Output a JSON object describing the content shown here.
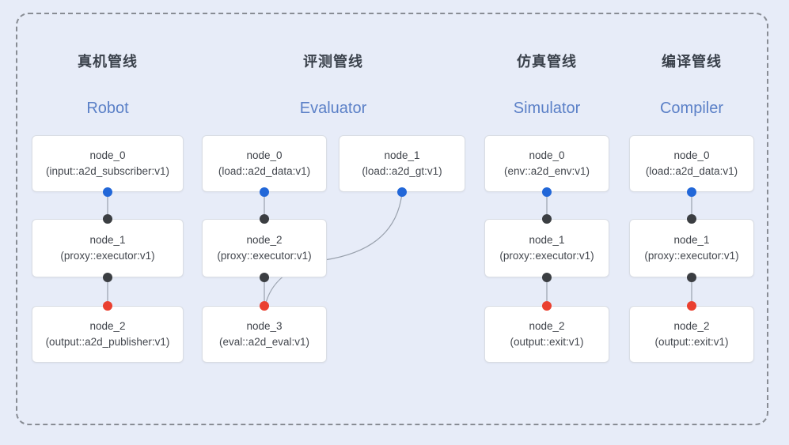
{
  "pipelines": [
    {
      "title_zh": "真机管线",
      "title_en": "Robot",
      "nodes": [
        {
          "name": "node_0",
          "impl": "(input::a2d_subscriber:v1)"
        },
        {
          "name": "node_1",
          "impl": "(proxy::executor:v1)"
        },
        {
          "name": "node_2",
          "impl": "(output::a2d_publisher:v1)"
        }
      ]
    },
    {
      "title_zh": "评测管线",
      "title_en": "Evaluator",
      "nodes": [
        {
          "name": "node_0",
          "impl": "(load::a2d_data:v1)"
        },
        {
          "name": "node_1",
          "impl": "(load::a2d_gt:v1)"
        },
        {
          "name": "node_2",
          "impl": "(proxy::executor:v1)"
        },
        {
          "name": "node_3",
          "impl": "(eval::a2d_eval:v1)"
        }
      ]
    },
    {
      "title_zh": "仿真管线",
      "title_en": "Simulator",
      "nodes": [
        {
          "name": "node_0",
          "impl": "(env::a2d_env:v1)"
        },
        {
          "name": "node_1",
          "impl": "(proxy::executor:v1)"
        },
        {
          "name": "node_2",
          "impl": "(output::exit:v1)"
        }
      ]
    },
    {
      "title_zh": "编译管线",
      "title_en": "Compiler",
      "nodes": [
        {
          "name": "node_0",
          "impl": "(load::a2d_data:v1)"
        },
        {
          "name": "node_1",
          "impl": "(proxy::executor:v1)"
        },
        {
          "name": "node_2",
          "impl": "(output::exit:v1)"
        }
      ]
    }
  ],
  "colors": {
    "background": "#e7ecf8",
    "frame_border": "#888c94",
    "box_bg": "#ffffff",
    "box_border": "#d9dde4",
    "title_zh": "#3a414b",
    "title_en": "#5b80c7",
    "node_text": "#3e4249",
    "edge_line": "#99a1ad",
    "dot_blue": "#2267d8",
    "dot_black": "#3b3e42",
    "dot_red": "#ea4030"
  }
}
